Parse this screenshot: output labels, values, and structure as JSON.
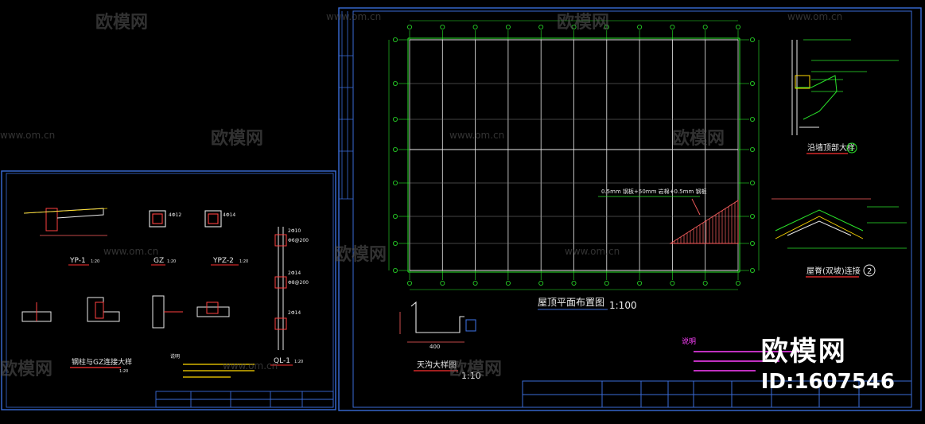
{
  "watermark": {
    "brand": "欧模网",
    "url": "www.om.cn"
  },
  "id_tag": {
    "brand": "欧模网",
    "id": "ID:1607546"
  },
  "main_sheet": {
    "plan_title": "屋顶平面布置图",
    "plan_scale": "1:100",
    "roof_note": "0.5mm 钢板+50mm 岩棉+0.5mm 钢板",
    "detail_eave_title": "沿墙顶部大样",
    "detail_eave_num": "1",
    "detail_ridge_title": "屋脊(双坡)连接",
    "detail_ridge_num": "2",
    "gutter_title": "天沟大样图",
    "gutter_scale": "1:10",
    "gutter_dim": "400",
    "notes_title": "说明"
  },
  "left_sheet": {
    "labels": [
      "YP-1",
      "GZ",
      "YPZ-2",
      "QL-1"
    ],
    "scales": [
      "1:20",
      "1:20",
      "1:20",
      "1:20"
    ],
    "rebar": [
      "4Φ12",
      "4Φ14",
      "2Φ10",
      "Φ6@200",
      "2Φ14",
      "Φ8@200",
      "2Φ14"
    ],
    "bottom_title": "钢柱与GZ连接大样",
    "bottom_scale": "1:20",
    "note_title": "说明"
  }
}
